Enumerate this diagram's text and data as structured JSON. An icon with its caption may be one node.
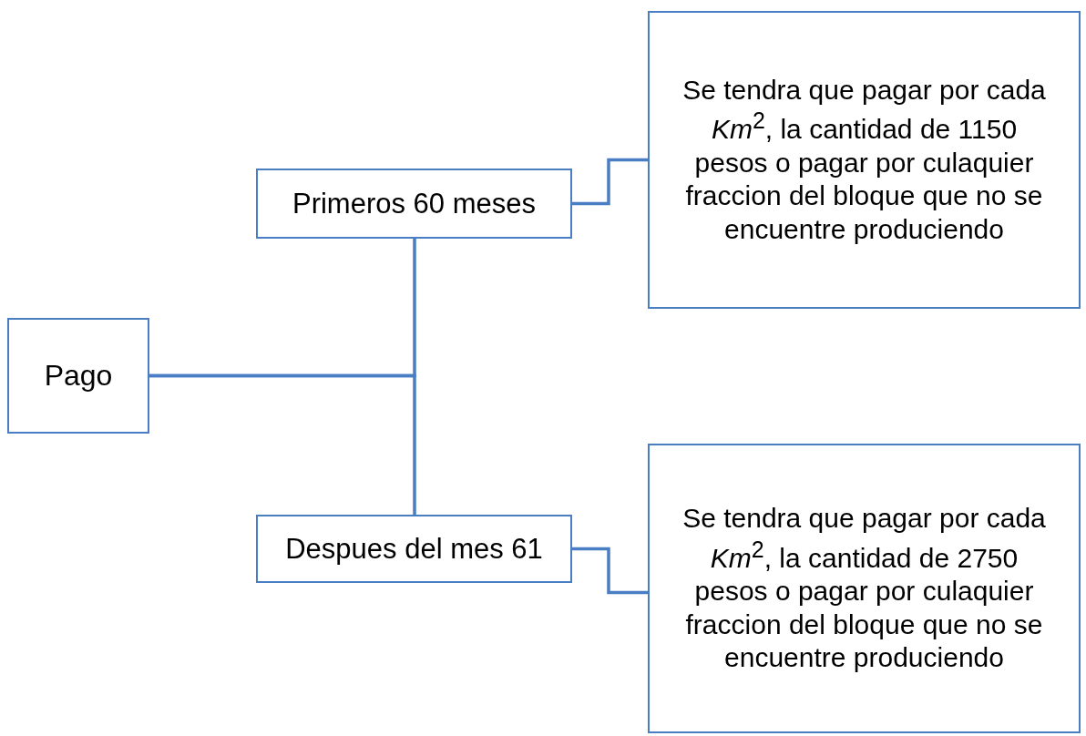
{
  "diagram": {
    "nodes": [
      {
        "text": [
          "Pago"
        ]
      },
      {
        "text": [
          "Primeros 60 meses"
        ]
      },
      {
        "text": [
          "Despues del mes 61"
        ]
      },
      {
        "text": [
          "Se tendra que pagar por cada *Km*$^{2}$, la cantidad de 1150 pesos o pagar por culaquier fraccion del bloque que no se encuentre produciendo"
        ]
      },
      {
        "text": [
          "Se tendra que pagar por cada *Km*$^{2}$, la cantidad de 2750 pesos o pagar por culaquier fraccion del bloque que no se encuentre produciendo"
        ]
      }
    ],
    "edges": [
      {
        "from": 0,
        "to": 1,
        "arrow": "none"
      },
      {
        "from": 0,
        "to": 2,
        "arrow": "none"
      },
      {
        "from": 1,
        "to": 3,
        "arrow": "none"
      },
      {
        "from": 2,
        "to": 4,
        "arrow": "none"
      }
    ]
  }
}
